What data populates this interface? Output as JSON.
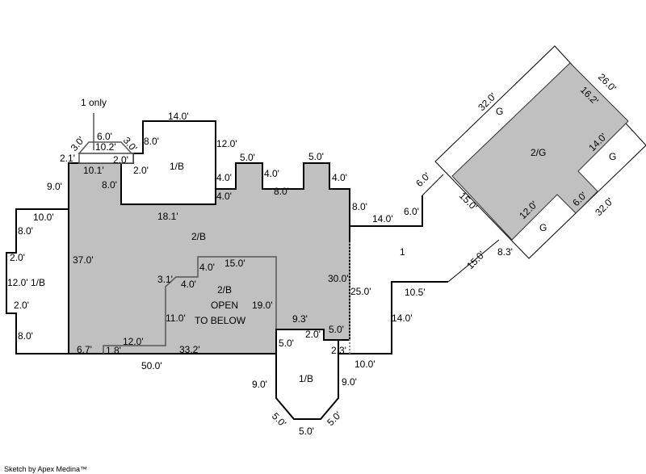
{
  "colors": {
    "floor_fill": "#c0c0c0",
    "line": "#000000",
    "inner_line": "#555555"
  },
  "labels": {
    "one_only": "1 only",
    "bay_top": "6.0'",
    "bay_side_l": "3.0'",
    "bay_side_r": "3.0'",
    "bay_inner": "10.2'",
    "upper_top": "14.0'",
    "upper_right": "12.0'",
    "upper_left": "8.0'",
    "upper_name": "1/B",
    "upper_notch_a": "2.0'",
    "upper_notch_b": "2.0'",
    "wall_2_1": "2.1'",
    "wall_10_1": "10.1'",
    "bump1_top": "5.0'",
    "bump2_top": "5.0'",
    "step_a": "4.0'",
    "step_b": "4.0'",
    "step_c": "4.0'",
    "step_d": "4.0'",
    "seg_8_0": "8.0'",
    "left_9_0": "9.0'",
    "inner_8_0": "8.0'",
    "inner_18_1": "18.1'",
    "wing_top": "10.0'",
    "wing_8a": "8.0'",
    "wing_2a": "2.0'",
    "wing_12": "12.0' 1/B",
    "wing_2b": "2.0'",
    "wing_8b": "8.0'",
    "main_name": "2/B",
    "main_37": "37.0'",
    "open_4a": "4.0'",
    "open_15": "15.0'",
    "open_3_1": "3.1'",
    "open_4b": "4.0'",
    "open_name": "2/B",
    "open_line1": "OPEN",
    "open_line2": "TO BELOW",
    "open_19": "19.0'",
    "open_11": "11.0'",
    "open_12": "12.0'",
    "bottom_6_7": "6.7'",
    "bottom_1_8": "1.8'",
    "bottom_33_2": "33.2'",
    "bottom_50": "50.0'",
    "right_9_3": "9.3'",
    "right_5_0": "5.0'",
    "right_2_0": "2.0'",
    "bay2_5_0": "5.0'",
    "right_2_3": "2.3'",
    "right_30": "30.0'",
    "right_25": "25.0'",
    "conn_8": "8.0'",
    "conn_14": "14.0'",
    "conn_6a": "6.0'",
    "conn_6b": "6.0'",
    "area_1": "1",
    "conn_10_5": "10.5'",
    "conn_15": "15.0'",
    "conn_14b": "14.0'",
    "conn_10": "10.0'",
    "bay2_9a": "9.0'",
    "bay2_name": "1/B",
    "bay2_9b": "9.0'",
    "bay2_5a": "5.0'",
    "bay2_5b": "5.0'",
    "bay2_5c": "5.0'",
    "g_32a": "32.0'",
    "g_G1": "G",
    "g_26": "26.0'",
    "g_16_2": "16.2'",
    "g_name": "2/G",
    "g_14": "14.0'",
    "g_G2": "G",
    "g_15": "15.0'",
    "g_12": "12.0'",
    "g_6": "6.0'",
    "g_32b": "32.0'",
    "g_G3": "G",
    "g_8_3": "8.3'"
  },
  "footer": {
    "credit": "Sketch by Apex Medina™"
  }
}
